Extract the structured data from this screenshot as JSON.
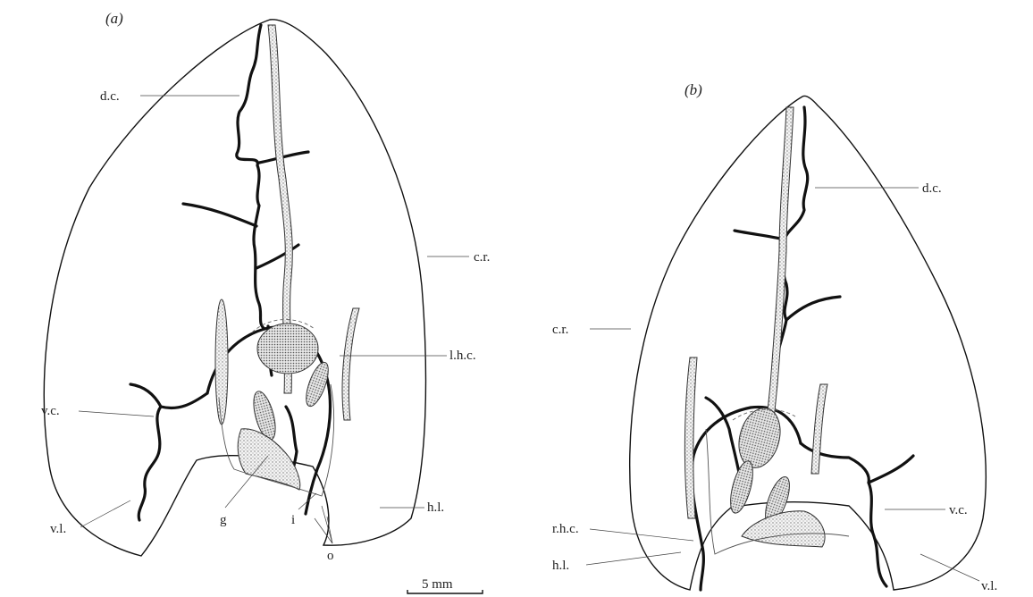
{
  "panels": [
    {
      "id": "a",
      "label": "(a)",
      "annotations": [
        "d.c.",
        "c.r.",
        "l.h.c.",
        "v.c.",
        "v.l.",
        "g",
        "i",
        "o",
        "h.l."
      ]
    },
    {
      "id": "b",
      "label": "(b)",
      "annotations": [
        "d.c.",
        "c.r.",
        "v.c.",
        "r.h.c.",
        "h.l.",
        "v.l."
      ]
    }
  ],
  "scale_bar": {
    "label": "5 mm"
  }
}
